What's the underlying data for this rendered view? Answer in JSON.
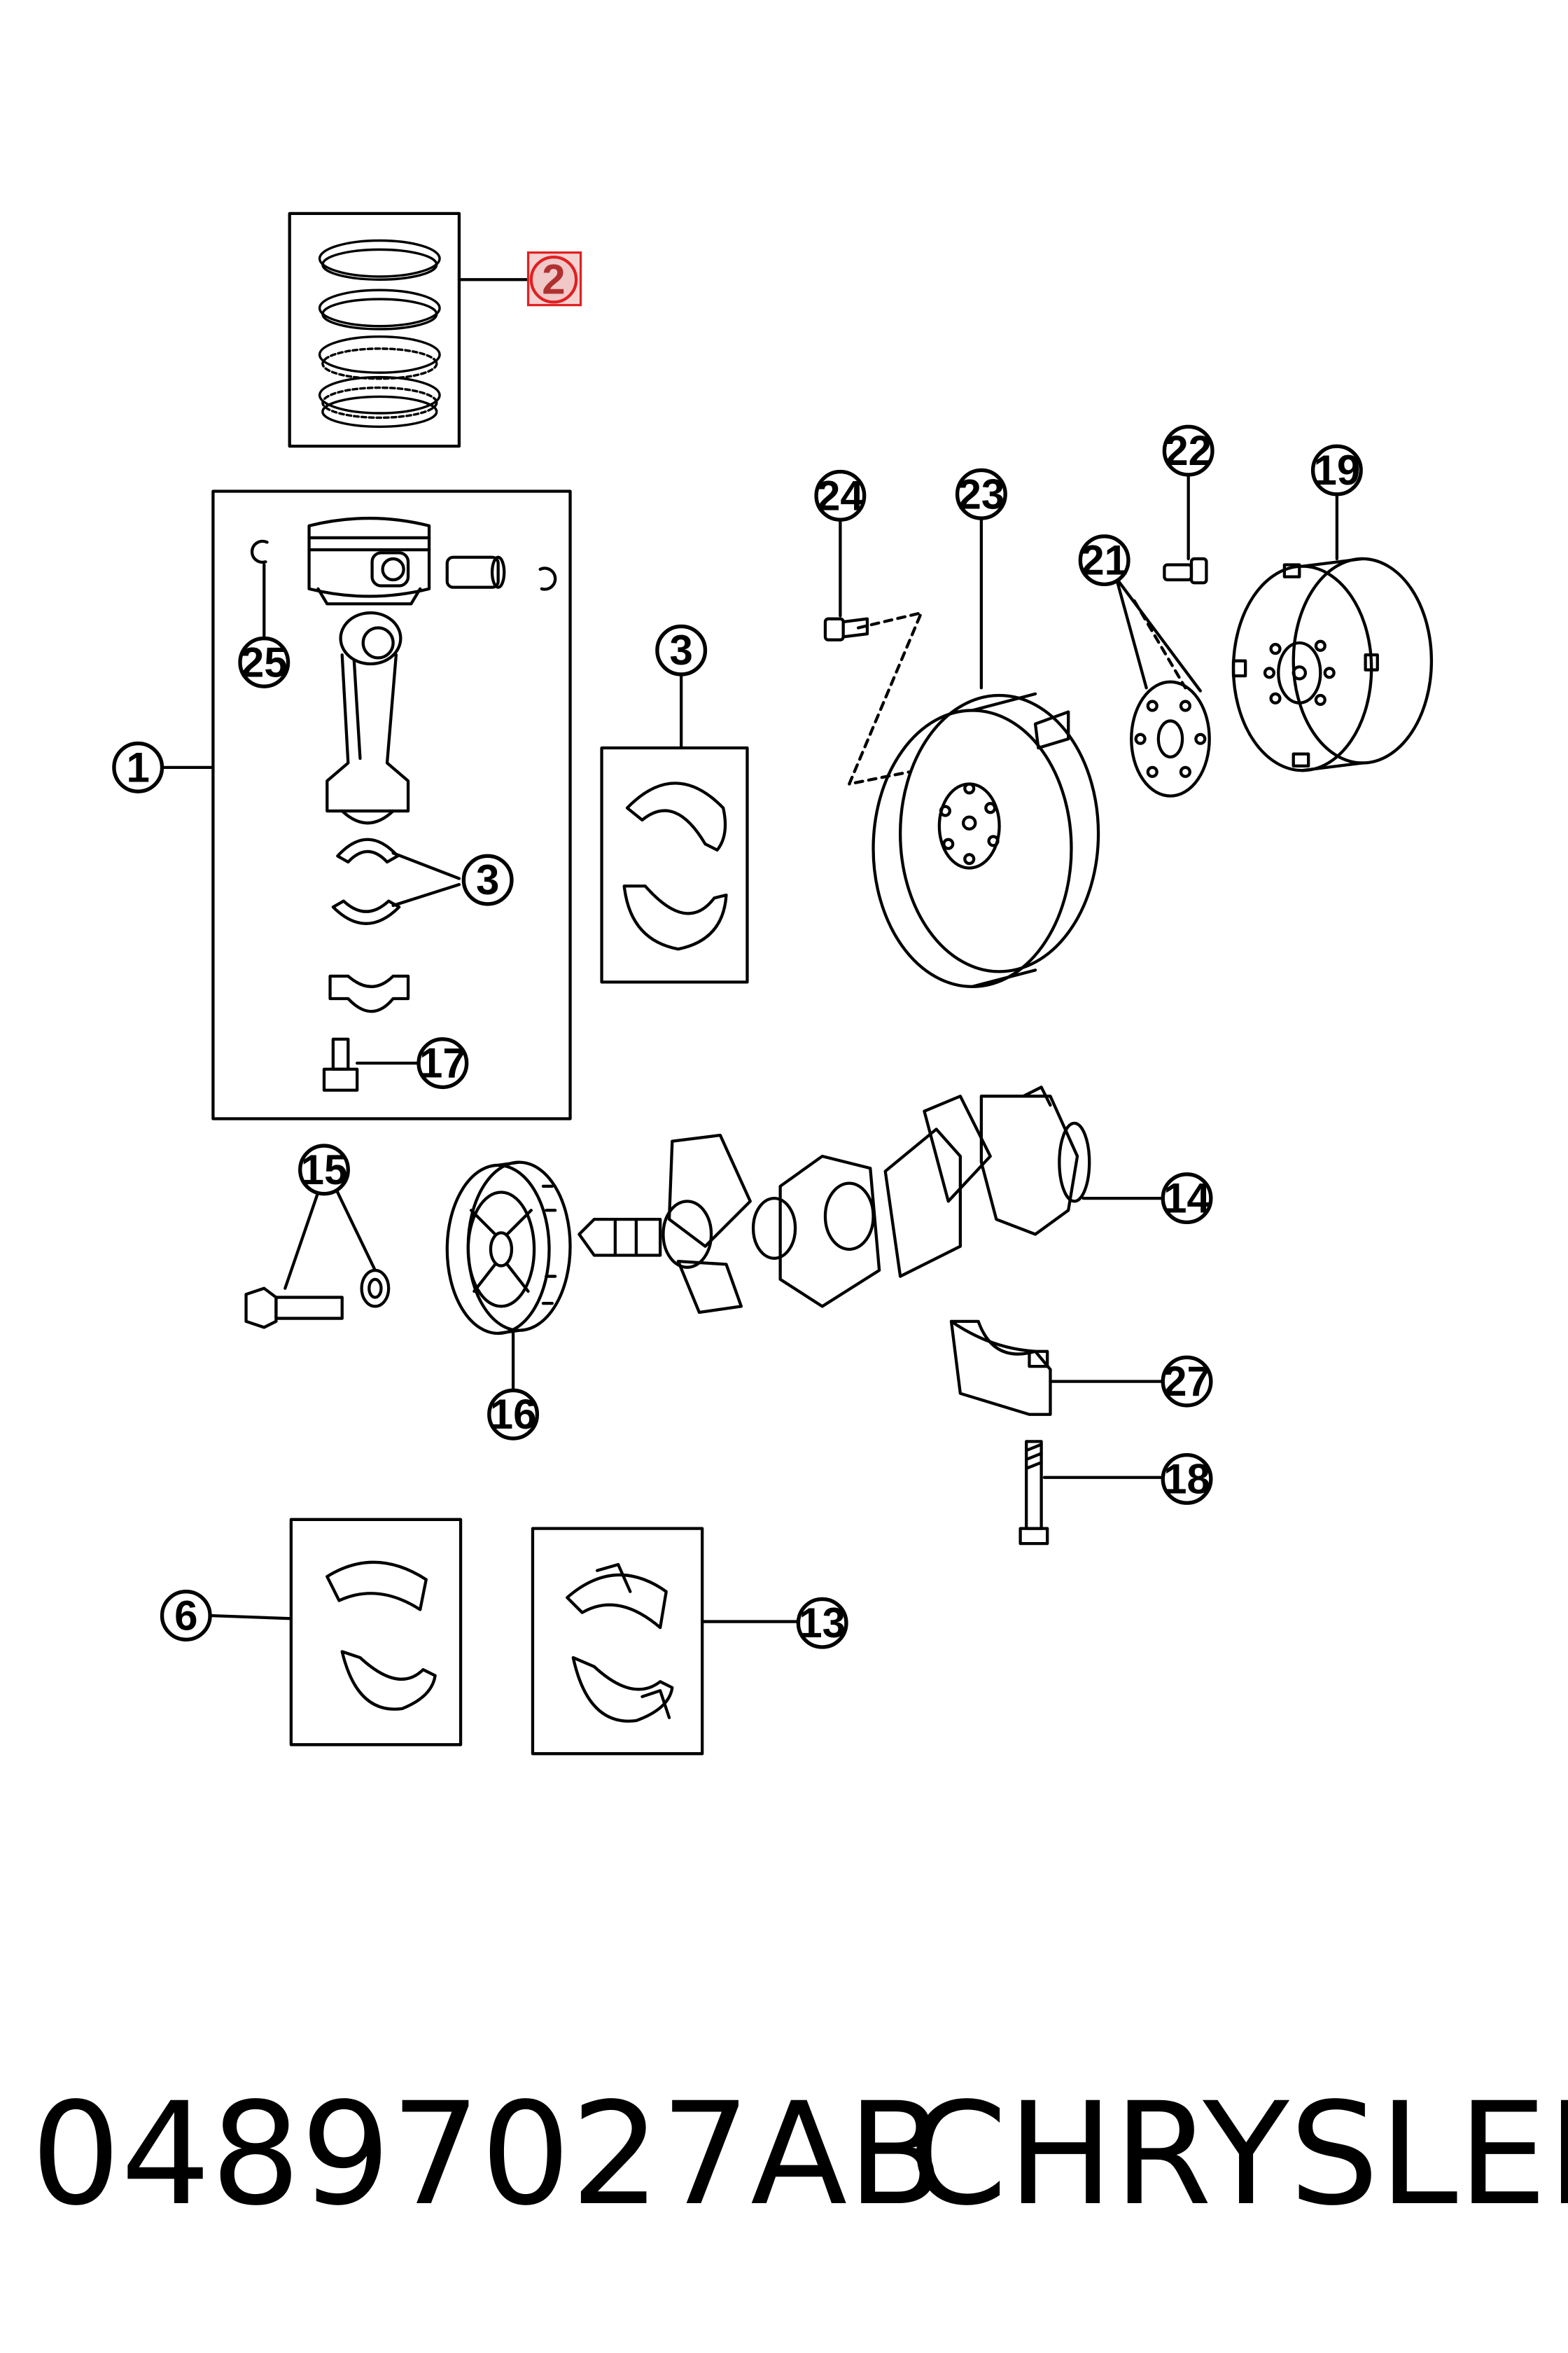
{
  "footer": {
    "part_number": "04897027AB",
    "brand": "CHRYSLER"
  },
  "callouts": {
    "c1": "1",
    "c2": "2",
    "c3a": "3",
    "c3b": "3",
    "c6": "6",
    "c13": "13",
    "c14": "14",
    "c15": "15",
    "c16": "16",
    "c17": "17",
    "c18": "18",
    "c19": "19",
    "c21": "21",
    "c22": "22",
    "c23": "23",
    "c24": "24",
    "c25": "25",
    "c27": "27"
  },
  "highlight_color": "#e02020"
}
